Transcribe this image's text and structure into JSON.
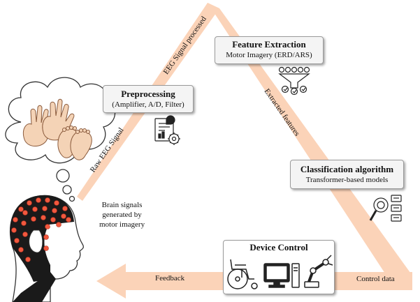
{
  "colors": {
    "arrow": "#fbd3b8",
    "box_bg": "#f4f4f4",
    "box_border": "#9a9a9a",
    "electrode": "#f2583e",
    "cap": "#1a1a1a"
  },
  "stages": {
    "feature_extraction": {
      "title": "Feature Extraction",
      "subtitle": "Motor Imagery (ERD/ARS)",
      "icon": "funnel-filter-icon"
    },
    "preprocessing": {
      "title": "Preprocessing",
      "subtitle": "(Amplifier, A/D, Filter)",
      "icon": "report-gear-icon"
    },
    "classification": {
      "title": "Classification algorithm",
      "subtitle": "Transformer-based models",
      "icon": "magnifier-list-icon"
    },
    "device_control": {
      "title": "Device Control",
      "icons": [
        "wheelchair-icon",
        "computer-icon",
        "robot-arm-icon"
      ]
    }
  },
  "edges": {
    "raw_eeg": "Raw EEG Signal",
    "eeg_processed": "EEG Signal processed",
    "extracted_features": "Extracted features",
    "control_data": "Control data",
    "feedback": "Feedback"
  },
  "source": {
    "brain_signals_line1": "Brain signals",
    "brain_signals_line2": "generated by",
    "brain_signals_line3": "motor imagery",
    "icons": [
      "eeg-cap-head-icon",
      "thought-bubble-icon",
      "hands-feet-icon"
    ]
  }
}
